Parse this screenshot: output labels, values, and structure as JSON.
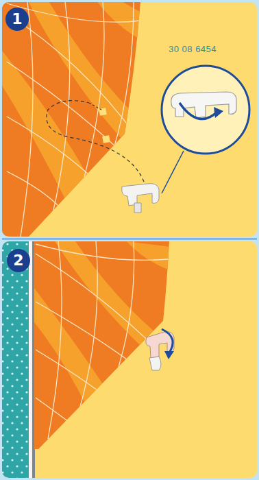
{
  "diagram": {
    "nodes": [
      {
        "text": [
          "1"
        ]
      },
      {
        "text": [
          "2"
        ]
      }
    ],
    "labels": [
      "30 08 6454"
    ]
  }
}
